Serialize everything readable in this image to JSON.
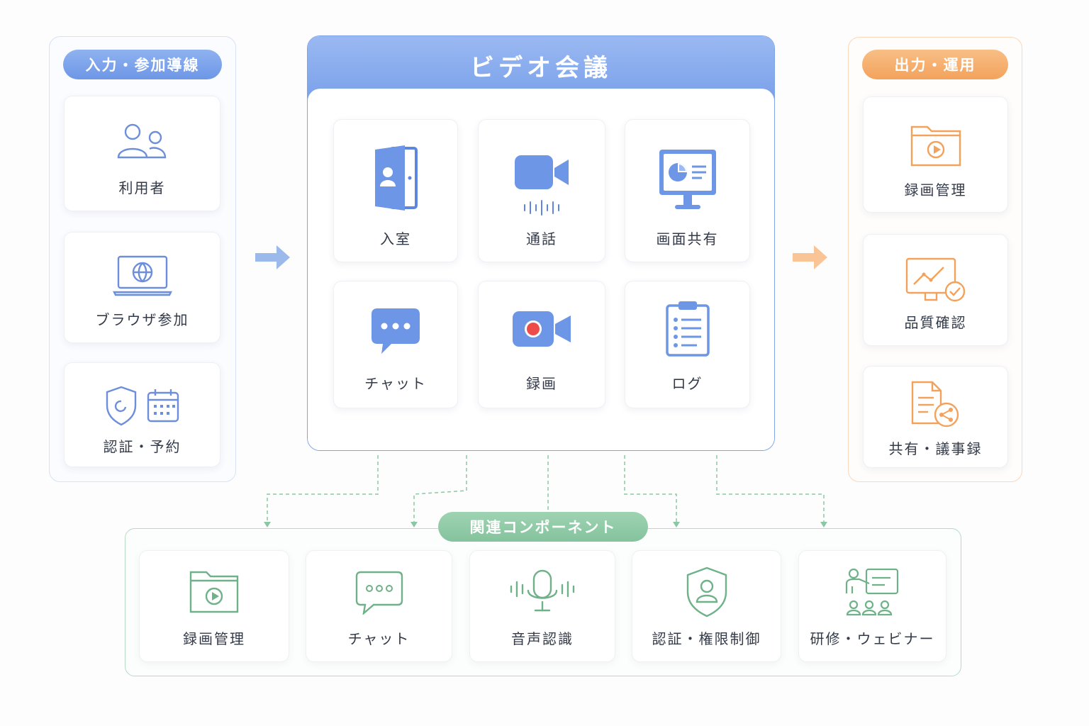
{
  "left_panel": {
    "title": "入力・参加導線",
    "items": [
      {
        "label": "利用者",
        "icon": "users-icon"
      },
      {
        "label": "ブラウザ参加",
        "icon": "laptop-globe-icon"
      },
      {
        "label": "認証・予約",
        "icon": "shield-calendar-icon"
      }
    ]
  },
  "center_panel": {
    "title": "ビデオ会議",
    "items": [
      {
        "label": "入室",
        "icon": "door-icon"
      },
      {
        "label": "通話",
        "icon": "video-camera-icon"
      },
      {
        "label": "画面共有",
        "icon": "screen-share-icon"
      },
      {
        "label": "チャット",
        "icon": "chat-bubble-icon"
      },
      {
        "label": "録画",
        "icon": "record-camera-icon"
      },
      {
        "label": "ログ",
        "icon": "clipboard-log-icon"
      }
    ]
  },
  "right_panel": {
    "title": "出力・運用",
    "items": [
      {
        "label": "録画管理",
        "icon": "video-folder-icon"
      },
      {
        "label": "品質確認",
        "icon": "quality-monitor-icon"
      },
      {
        "label": "共有・議事録",
        "icon": "shared-document-icon"
      }
    ]
  },
  "bottom_panel": {
    "title": "関連コンポーネント",
    "items": [
      {
        "label": "録画管理",
        "icon": "video-folder-icon"
      },
      {
        "label": "チャット",
        "icon": "chat-icon"
      },
      {
        "label": "音声認識",
        "icon": "microphone-icon"
      },
      {
        "label": "認証・権限制御",
        "icon": "shield-user-icon"
      },
      {
        "label": "研修・ウェビナー",
        "icon": "presentation-icon"
      }
    ]
  },
  "colors": {
    "blue_accent": "#6d96e6",
    "orange_accent": "#f3a25c",
    "green_accent": "#84c39d",
    "record_red": "#ee4b4b"
  }
}
